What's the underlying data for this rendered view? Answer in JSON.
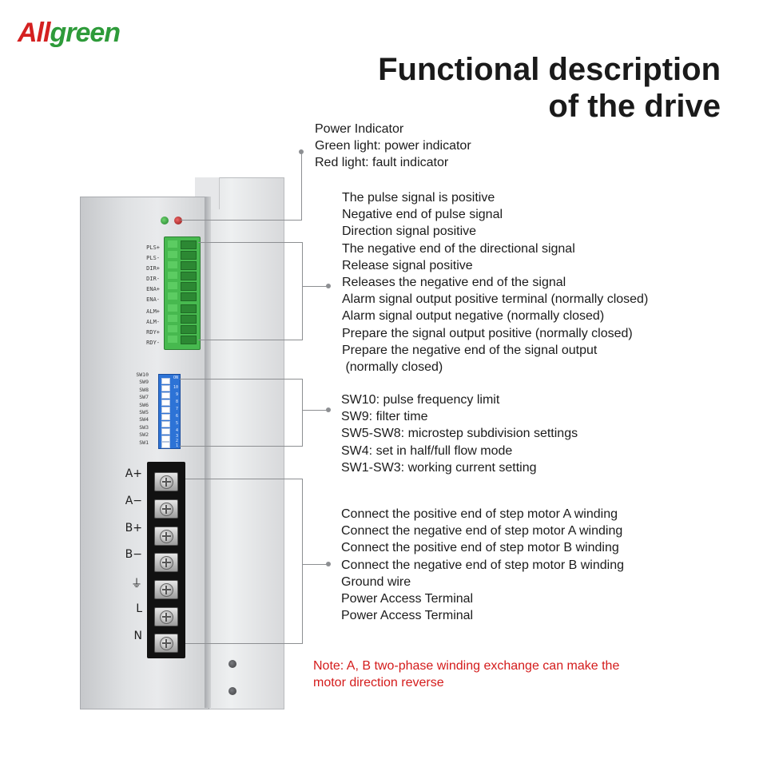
{
  "brand": {
    "part1": "All",
    "part2": "green",
    "colors": {
      "all": "#d42020",
      "green": "#2e9b3a"
    }
  },
  "title": {
    "line1": "Functional description",
    "line2": "of the drive"
  },
  "device": {
    "signal_labels": [
      "PLS+",
      "PLS-",
      "DIR+",
      "DIR-",
      "ENA+",
      "ENA-",
      "ALM+",
      "ALM-",
      "RDY+",
      "RDY-"
    ],
    "dip_labels": [
      "SW10",
      "SW9",
      "SW8",
      "SW7",
      "SW6",
      "SW5",
      "SW4",
      "SW3",
      "SW2",
      "SW1"
    ],
    "dip_numbers": [
      "1",
      "2",
      "3",
      "4",
      "5",
      "6",
      "7",
      "8",
      "9",
      "10"
    ],
    "dip_on_label": "ON",
    "terminal_labels": [
      "A+",
      "A−",
      "B+",
      "B−",
      "⏚",
      "L",
      "N"
    ],
    "led_colors": {
      "power": "#2e9b3a",
      "fault": "#c62828"
    }
  },
  "descriptions": {
    "power": [
      "Power Indicator",
      "Green light: power indicator",
      "Red light: fault indicator"
    ],
    "signals": [
      "The pulse signal is positive",
      "Negative end of pulse signal",
      "Direction signal positive",
      "The negative end of the directional signal",
      "Release signal positive",
      "Releases the negative end of the signal",
      "Alarm signal output positive terminal (normally closed)",
      "Alarm signal output negative (normally closed)",
      "Prepare the signal output positive (normally closed)",
      "Prepare the negative end of the signal output",
      " (normally closed)"
    ],
    "switches": [
      "SW10: pulse frequency limit",
      "SW9: filter time",
      "SW5-SW8: microstep subdivision settings",
      "SW4: set in half/full flow mode",
      "SW1-SW3: working current setting"
    ],
    "terminals": [
      "Connect the positive end of step motor A winding",
      "Connect the negative end of step motor A winding",
      "Connect the positive end of step motor B winding",
      "Connect the negative end of step motor B winding",
      "Ground wire",
      "Power Access Terminal",
      "Power Access Terminal"
    ]
  },
  "note": {
    "line1": "Note: A, B two-phase winding exchange can make the",
    "line2": "motor direction reverse",
    "color": "#d41b1b"
  }
}
